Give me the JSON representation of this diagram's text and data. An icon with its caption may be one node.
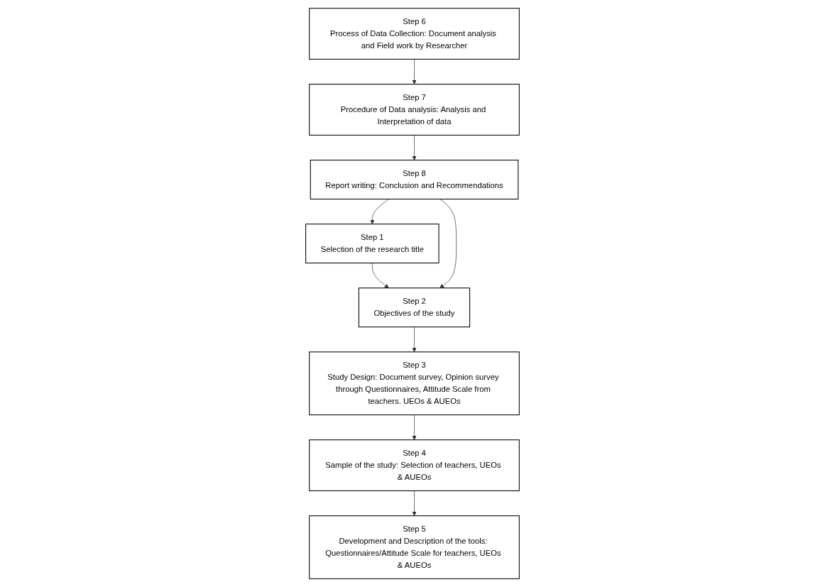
{
  "diagram": {
    "nodes": [
      {
        "text": [
          "Step 1",
          "Selection of the research title"
        ]
      },
      {
        "text": [
          "Step 2",
          "Objectives of the study"
        ]
      },
      {
        "text": [
          "Step 3",
          "Study Design: Document survey, Opinion survey through Questionnaires, Attitude Scale from teachers. UEOs & AUEOs"
        ]
      },
      {
        "text": [
          "Step 4",
          "Sample of the study: Selection of teachers, UEOs & AUEOs"
        ]
      },
      {
        "text": [
          "Step 5",
          "Development and Description of the tools: Questionnaires/Attitude Scale for teachers, UEOs & AUEOs"
        ]
      },
      {
        "text": [
          "Step 6",
          "Process of Data Collection: Document analysis and Field work by Researcher"
        ]
      },
      {
        "text": [
          "Step 7",
          "Procedure of Data analysis: Analysis and Interpretation of data"
        ]
      },
      {
        "text": [
          "Step 8",
          "Report writing: Conclusion and Recommendations"
        ]
      }
    ],
    "edges": [
      {
        "from": 0,
        "to": 1,
        "arrow": "to"
      },
      {
        "from": 7,
        "to": 0,
        "arrow": "to"
      },
      {
        "from": 7,
        "to": 1,
        "arrow": "to"
      },
      {
        "from": 1,
        "to": 2,
        "arrow": "to"
      },
      {
        "from": 2,
        "to": 3,
        "arrow": "to"
      },
      {
        "from": 3,
        "to": 4,
        "arrow": "to"
      },
      {
        "from": 5,
        "to": 6,
        "arrow": "to"
      },
      {
        "from": 6,
        "to": 7,
        "arrow": "to"
      }
    ]
  }
}
